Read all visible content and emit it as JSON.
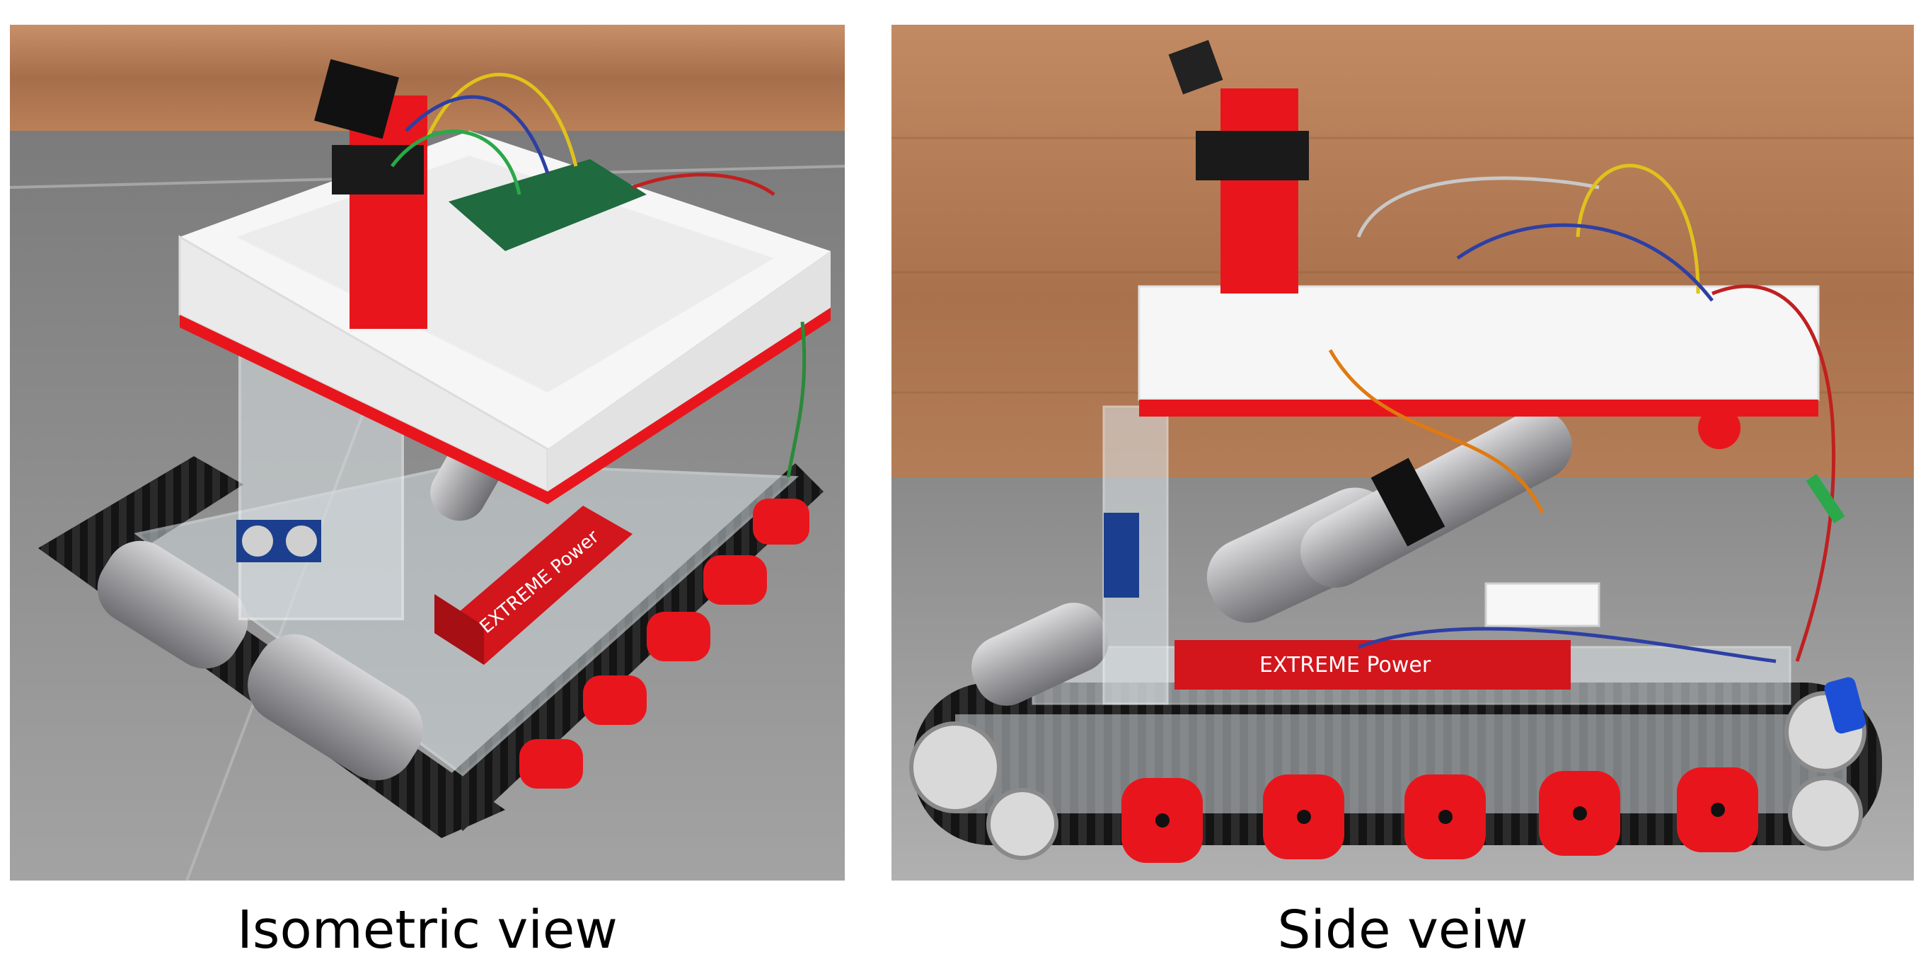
{
  "figure": {
    "panels": [
      {
        "caption": "Isometric view",
        "battery_label": "EXTREME Power"
      },
      {
        "caption": "Side veiw",
        "battery_label": "EXTREME Power"
      }
    ],
    "colors": {
      "wood": "#b07a55",
      "floor": "#8d8d8d",
      "box_white": "#f3f3f3",
      "red_parts": "#e8161c",
      "track": "#151515",
      "motor": "#a9a9ab",
      "pcb": "#1f6a3e"
    }
  }
}
